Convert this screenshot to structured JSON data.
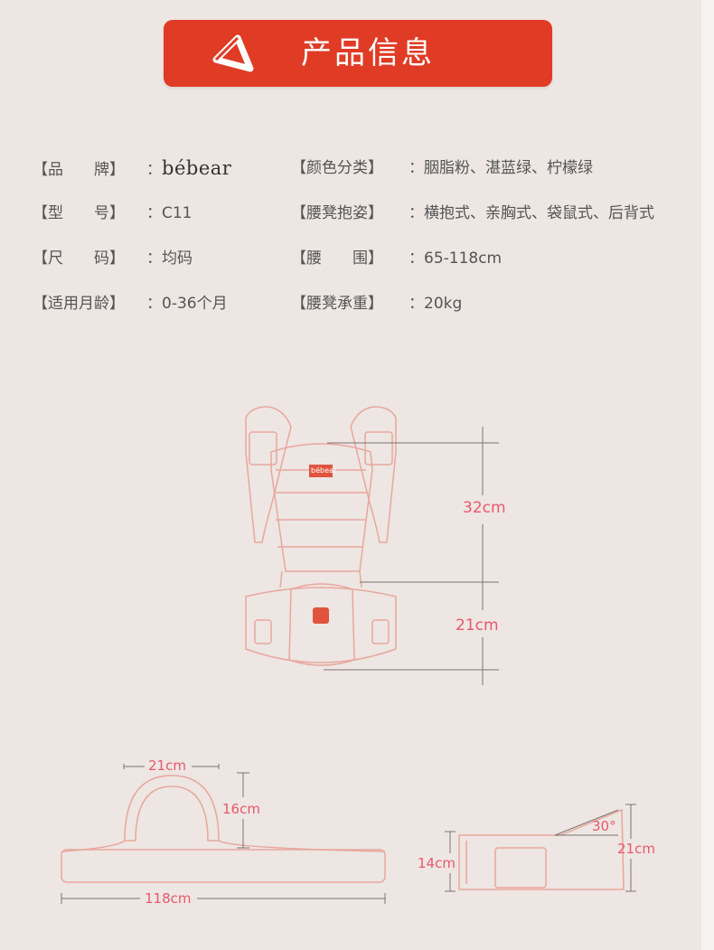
{
  "header": {
    "title": "产品信息",
    "icon": "triangle-logo-icon",
    "color": "#e03b25"
  },
  "specs_left": [
    {
      "label": "【品　　牌】",
      "value": "bébear"
    },
    {
      "label": "【型　　号】",
      "value": "C11"
    },
    {
      "label": "【尺　　码】",
      "value": "均码"
    },
    {
      "label": "【适用月龄】",
      "value": "0-36个月"
    }
  ],
  "specs_right": [
    {
      "label": "【颜色分类】",
      "value": "胭脂粉、湛蓝绿、柠檬绿"
    },
    {
      "label": "【腰凳抱姿】",
      "value": "横抱式、亲胸式、袋鼠式、后背式"
    },
    {
      "label": "【腰　　围】",
      "value": "65-118cm"
    },
    {
      "label": "【腰凳承重】",
      "value": "20kg"
    }
  ],
  "diagram": {
    "brand_tag": "bébear",
    "carrier_upper_height": "32cm",
    "carrier_lower_height": "21cm",
    "strap_width": "21cm",
    "strap_height": "16cm",
    "belt_length": "118cm",
    "seat_height": "14cm",
    "seat_side_height": "21cm",
    "seat_angle": "30°",
    "line_color": "#e8a79e",
    "label_color": "#e8586e"
  }
}
